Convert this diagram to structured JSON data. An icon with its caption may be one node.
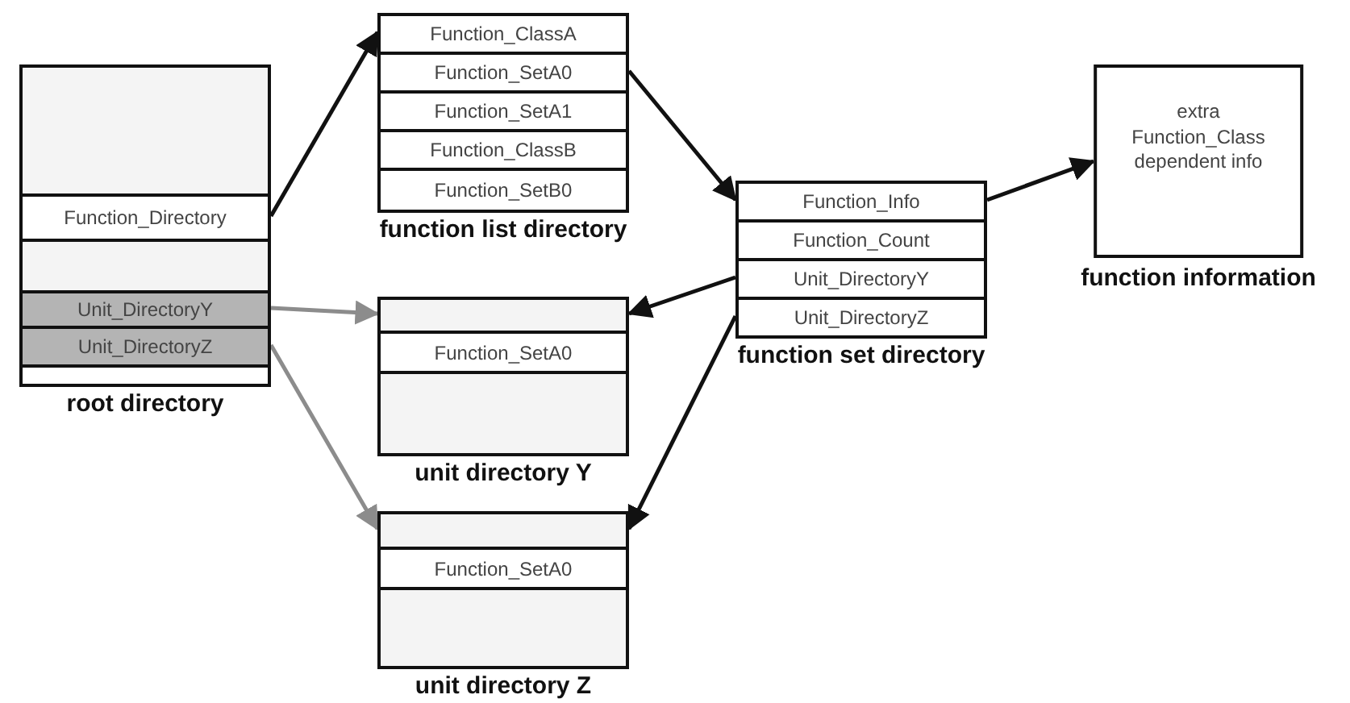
{
  "diagram": {
    "nodes": [
      {
        "text": [
          "root directory"
        ]
      },
      {
        "text": [],
        "shape": "box",
        "in": 0
      },
      {
        "text": [
          "Function_Directory"
        ],
        "in": 0
      },
      {
        "text": [],
        "shape": "box",
        "in": 0
      },
      {
        "text": [
          "Unit_DirectoryY"
        ],
        "in": 0
      },
      {
        "text": [
          "Unit_DirectoryZ"
        ],
        "in": 0
      },
      {
        "text": [],
        "shape": "box",
        "in": 0
      },
      {
        "text": [
          "function list directory"
        ]
      },
      {
        "text": [
          "Function_ClassA"
        ],
        "in": 7
      },
      {
        "text": [
          "Function_SetA0"
        ],
        "in": 7
      },
      {
        "text": [
          "Function_SetA1"
        ],
        "in": 7
      },
      {
        "text": [
          "Function_ClassB"
        ],
        "in": 7
      },
      {
        "text": [
          "Function_SetB0"
        ],
        "in": 7
      },
      {
        "text": [
          "function set directory"
        ]
      },
      {
        "text": [
          "Function_Info"
        ],
        "in": 13
      },
      {
        "text": [
          "Function_Count"
        ],
        "in": 13
      },
      {
        "text": [
          "Unit_DirectoryY"
        ],
        "in": 13
      },
      {
        "text": [
          "Unit_DirectoryZ"
        ],
        "in": 13
      },
      {
        "text": [
          "extra Function_Class dependent info"
        ],
        "beside": [
          "function information"
        ]
      },
      {
        "text": [
          "unit directory Y"
        ]
      },
      {
        "text": [],
        "shape": "box",
        "in": 19
      },
      {
        "text": [
          "Function_SetA0"
        ],
        "in": 19
      },
      {
        "text": [],
        "shape": "box",
        "in": 19
      },
      {
        "text": [
          "unit directory Z"
        ]
      },
      {
        "text": [],
        "shape": "box",
        "in": 23
      },
      {
        "text": [
          "Function_SetA0"
        ],
        "in": 23
      },
      {
        "text": [],
        "shape": "box",
        "in": 23
      }
    ],
    "edges": [
      {
        "from": 2,
        "to": 8,
        "arrow": "to"
      },
      {
        "from": 9,
        "to": 14,
        "arrow": "to"
      },
      {
        "from": 14,
        "to": 18,
        "arrow": "to"
      },
      {
        "from": 16,
        "to": 20,
        "arrow": "to"
      },
      {
        "from": 17,
        "to": 24,
        "arrow": "to"
      },
      {
        "from": 4,
        "to": 20,
        "arrow": "to",
        "color": "#8c8c8c"
      },
      {
        "from": 5,
        "to": 24,
        "arrow": "to",
        "color": "#8c8c8c"
      }
    ]
  }
}
